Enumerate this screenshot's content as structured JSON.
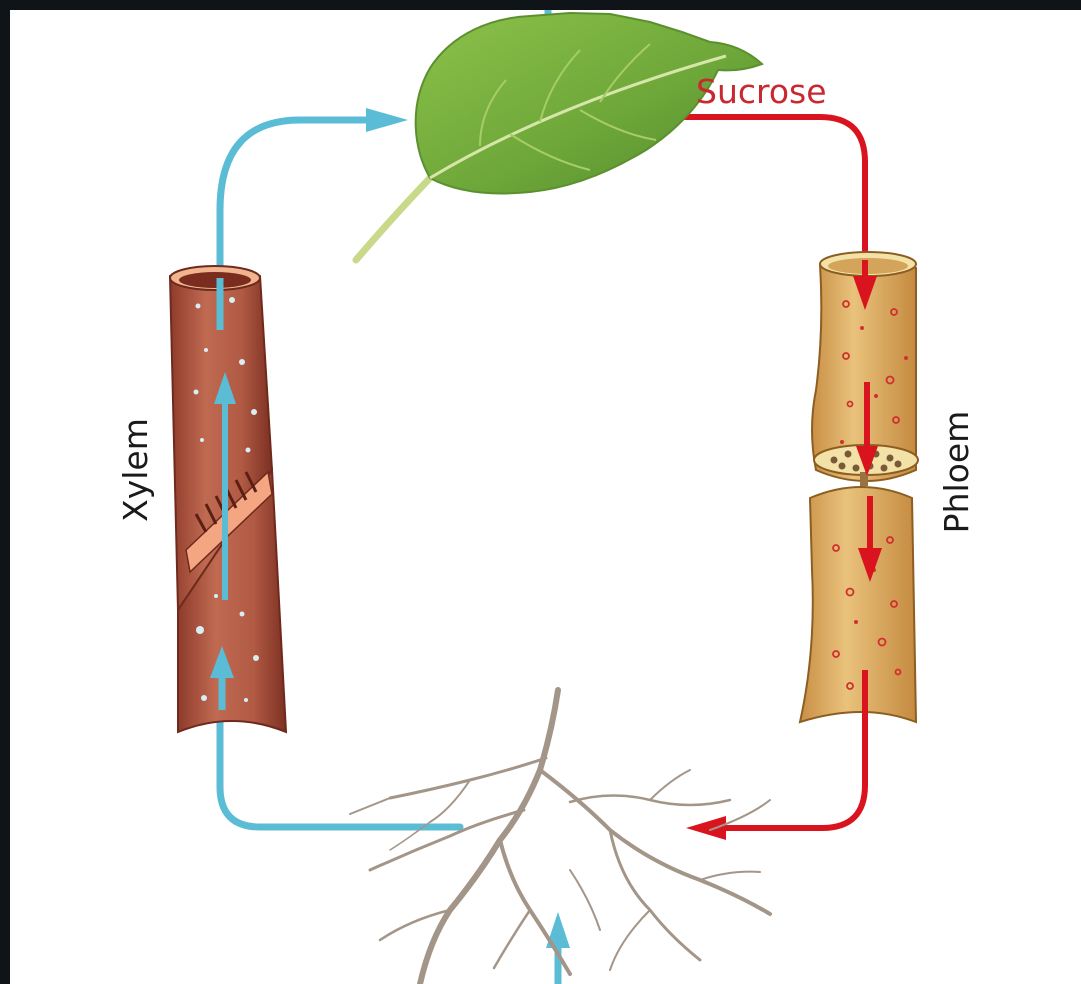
{
  "labels": {
    "sucrose": "Sucrose",
    "xylem": "Xylem",
    "phloem": "Phloem"
  },
  "colors": {
    "water_flow": "#5bbcd6",
    "sucrose_flow": "#d9141e",
    "sucrose_text": "#c8282f",
    "xylem_vessel": "#b8604a",
    "phloem_vessel": "#e0b36a",
    "leaf": "#7cb342",
    "root": "#a39689",
    "outer_frame": "#0e1418"
  }
}
